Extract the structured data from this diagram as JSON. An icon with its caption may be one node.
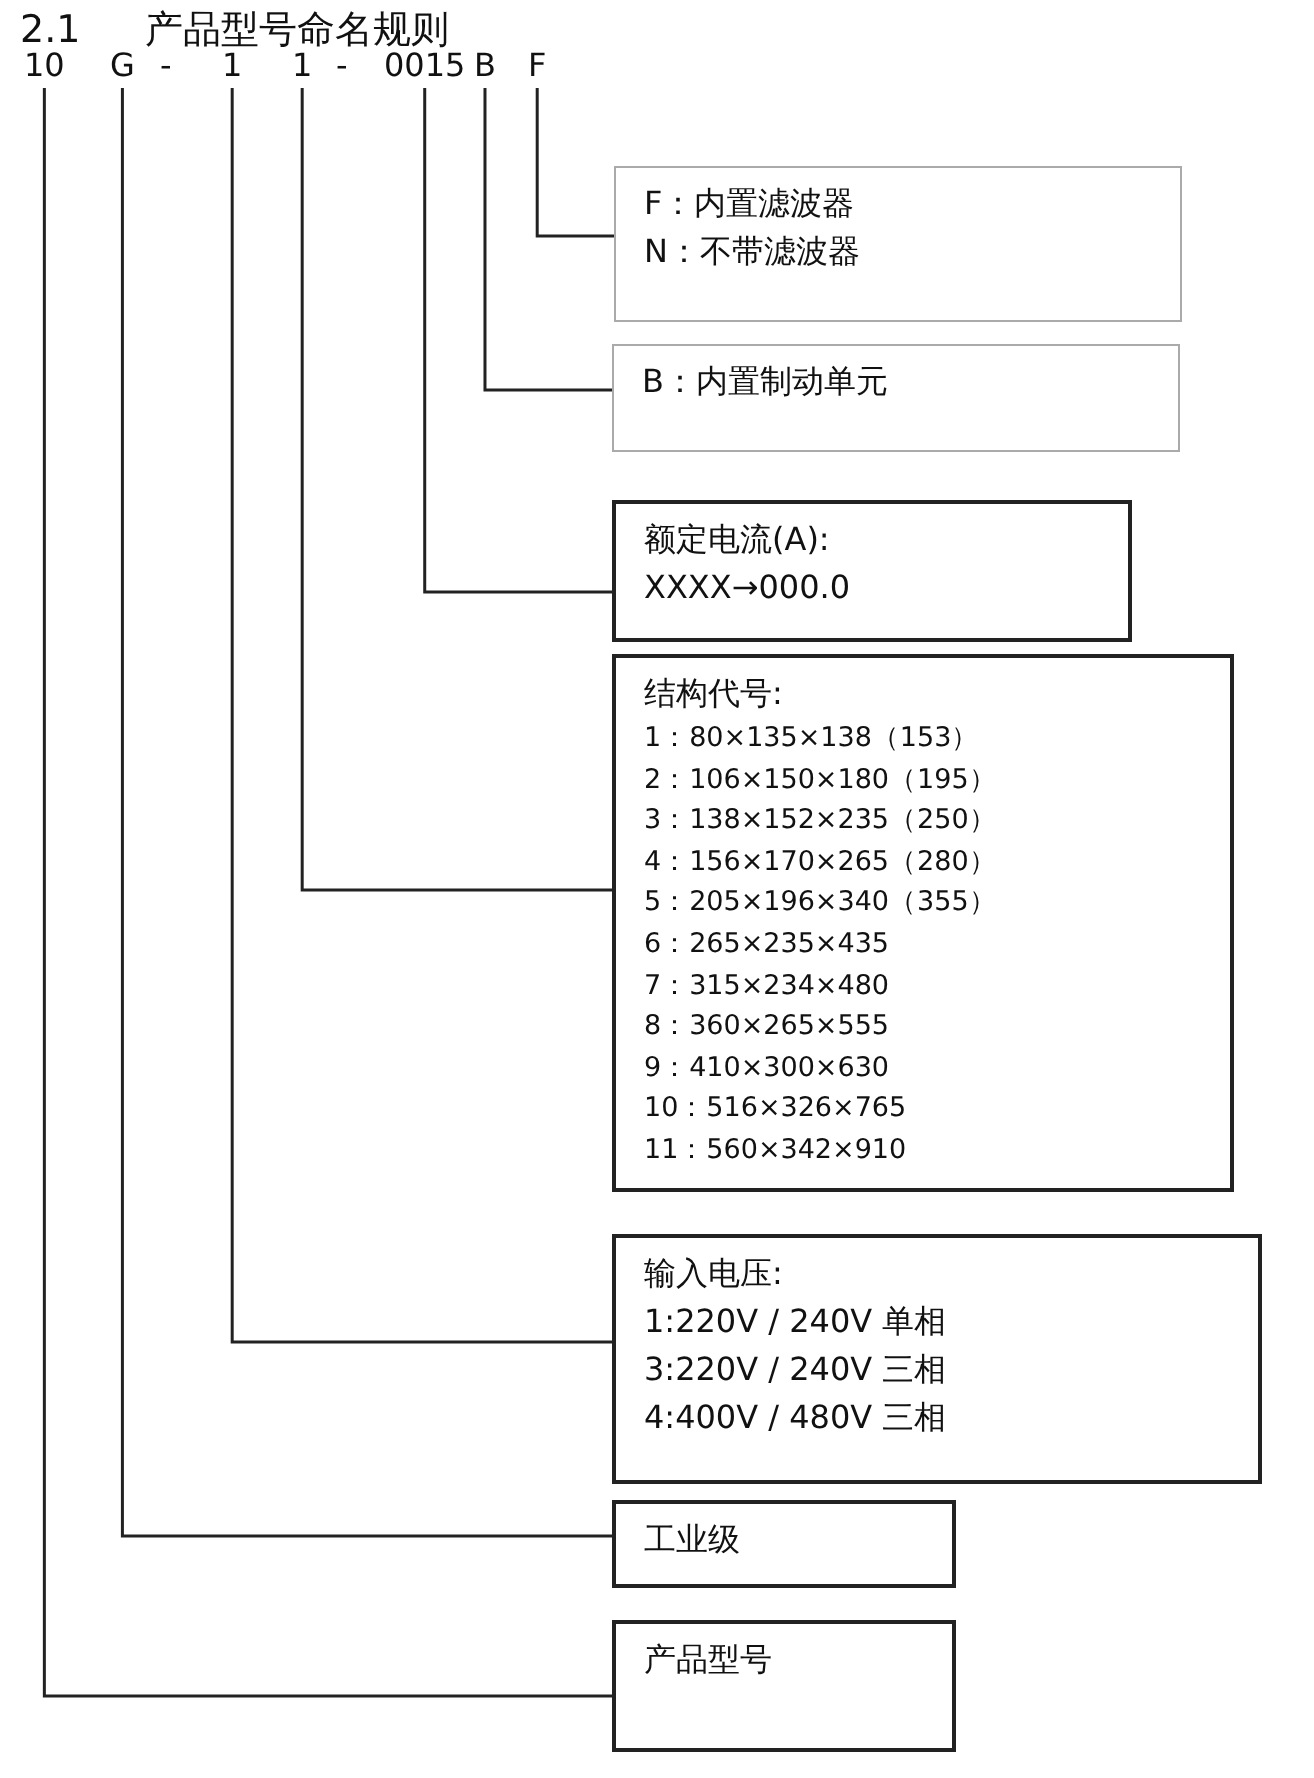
{
  "diagram": {
    "title": "2.1 产品型号命名规则",
    "nodes": [
      {
        "text": [
          "10"
        ]
      },
      {
        "text": [
          "G"
        ]
      },
      {
        "text": [
          "1"
        ]
      },
      {
        "text": [
          "1"
        ]
      },
      {
        "text": [
          "0015"
        ]
      },
      {
        "text": [
          "B"
        ]
      },
      {
        "text": [
          "F"
        ]
      },
      {
        "text": [
          "F：内置滤波器",
          "N：不带滤波器"
        ]
      },
      {
        "text": [
          "B：内置制动单元"
        ]
      },
      {
        "text": [
          "额定电流(A):",
          "XXXX→000.0"
        ]
      },
      {
        "text": [
          "结构代号:",
          "1：80×135×138（153）",
          "2：106×150×180（195）",
          "3：138×152×235（250）",
          "4：156×170×265（280）",
          "5：205×196×340（355）",
          "6：265×235×435",
          "7：315×234×480",
          "8：360×265×555",
          "9：410×300×630",
          "10：516×326×765",
          "11：560×342×910"
        ]
      },
      {
        "text": [
          "输入电压:",
          "1:220V / 240V 单相",
          "3:220V / 240V 三相",
          "4:400V / 480V 三相"
        ]
      },
      {
        "text": [
          "工业级"
        ]
      },
      {
        "text": [
          "产品型号"
        ]
      }
    ],
    "edges": [
      {
        "from": 6,
        "to": 7,
        "arrow": "none"
      },
      {
        "from": 5,
        "to": 8,
        "arrow": "none"
      },
      {
        "from": 4,
        "to": 9,
        "arrow": "none"
      },
      {
        "from": 3,
        "to": 10,
        "arrow": "none"
      },
      {
        "from": 2,
        "to": 11,
        "arrow": "none"
      },
      {
        "from": 1,
        "to": 12,
        "arrow": "none"
      },
      {
        "from": 0,
        "to": 13,
        "arrow": "none"
      }
    ],
    "labels": [
      "-",
      "-"
    ]
  }
}
